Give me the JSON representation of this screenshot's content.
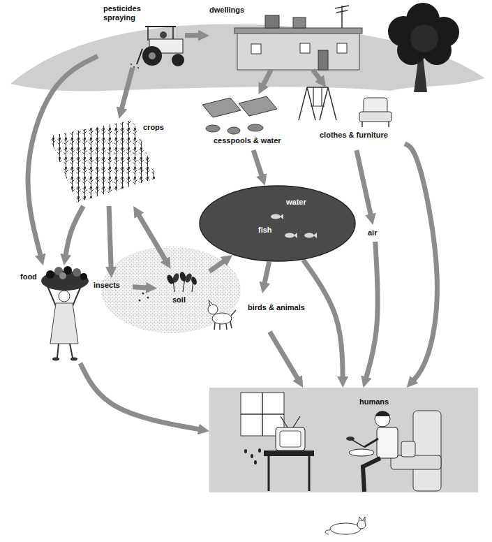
{
  "diagram": {
    "nodes": [
      {
        "text": [
          "pesticides spraying"
        ]
      },
      {
        "text": [
          "dwellings"
        ]
      },
      {
        "text": [
          "crops"
        ]
      },
      {
        "text": [
          "cesspools & water"
        ]
      },
      {
        "text": [
          "clothes & furniture"
        ]
      },
      {
        "text": [
          "water",
          "fish"
        ]
      },
      {
        "text": [
          "air"
        ]
      },
      {
        "text": [
          "food"
        ]
      },
      {
        "text": [
          "insects"
        ]
      },
      {
        "text": [
          "soil"
        ]
      },
      {
        "text": [
          "birds & animals"
        ]
      },
      {
        "text": [
          "humans"
        ]
      }
    ],
    "edges": [
      {
        "from": 0,
        "to": 1,
        "arrow": "to"
      },
      {
        "from": 0,
        "to": 2,
        "arrow": "to"
      },
      {
        "from": 1,
        "to": 3,
        "arrow": "to"
      },
      {
        "from": 1,
        "to": 4,
        "arrow": "to"
      },
      {
        "from": 3,
        "to": 5,
        "arrow": "to"
      },
      {
        "from": 4,
        "to": 6,
        "arrow": "to"
      },
      {
        "from": 2,
        "to": 7,
        "arrow": "to"
      },
      {
        "from": 2,
        "to": 8,
        "arrow": "to"
      },
      {
        "from": 2,
        "to": 9,
        "arrow": "both"
      },
      {
        "from": 8,
        "to": 9,
        "arrow": "to"
      },
      {
        "from": 9,
        "to": 5,
        "arrow": "to"
      },
      {
        "from": 5,
        "to": 10,
        "arrow": "to"
      },
      {
        "from": 10,
        "to": 11,
        "arrow": "to"
      },
      {
        "from": 5,
        "to": 11,
        "arrow": "to"
      },
      {
        "from": 6,
        "to": 11,
        "arrow": "to"
      },
      {
        "from": 4,
        "to": 11,
        "arrow": "to"
      },
      {
        "from": 7,
        "to": 11,
        "arrow": "to"
      },
      {
        "from": 0,
        "to": 7,
        "arrow": "to"
      }
    ]
  }
}
